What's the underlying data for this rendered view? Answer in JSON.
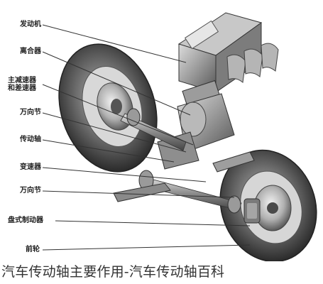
{
  "labels": {
    "engine": "发动机",
    "clutch": "离合器",
    "main_reducer": "主减速器\n和差速器",
    "ujoint_top": "万向节",
    "drive_shaft": "传动轴",
    "gearbox": "变速器",
    "ujoint_bottom": "万向节",
    "disc_brake": "盘式制动器",
    "front_wheel": "前轮"
  },
  "caption": "汽车传动轴主要作用-汽车传动轴百科",
  "colors": {
    "ink": "#222222",
    "leader": "#333333",
    "tire": "#3a3a3a",
    "metal": "#8c8c8c",
    "caption": "#333333"
  },
  "icons": {
    "vehicle": "drivetrain-illustration"
  }
}
